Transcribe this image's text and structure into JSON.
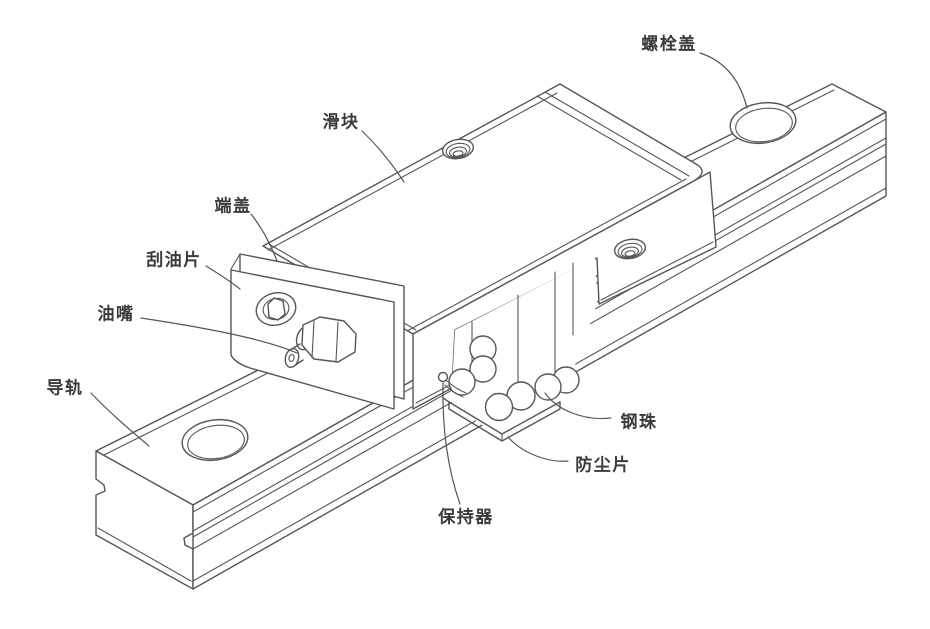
{
  "colors": {
    "line": "#54565a",
    "label_text": "#3a3a3c",
    "background": "#ffffff"
  },
  "diagram": {
    "type": "isometric-technical-line-drawing",
    "labels": [
      {
        "id": "bolt-cover",
        "text": "螺栓盖"
      },
      {
        "id": "slider-block",
        "text": "滑块"
      },
      {
        "id": "end-cap",
        "text": "端盖"
      },
      {
        "id": "oil-scraper",
        "text": "刮油片"
      },
      {
        "id": "grease-nipple",
        "text": "油嘴"
      },
      {
        "id": "guide-rail",
        "text": "导轨"
      },
      {
        "id": "steel-balls",
        "text": "钢珠"
      },
      {
        "id": "dust-plate",
        "text": "防尘片"
      },
      {
        "id": "retainer",
        "text": "保持器"
      }
    ]
  }
}
